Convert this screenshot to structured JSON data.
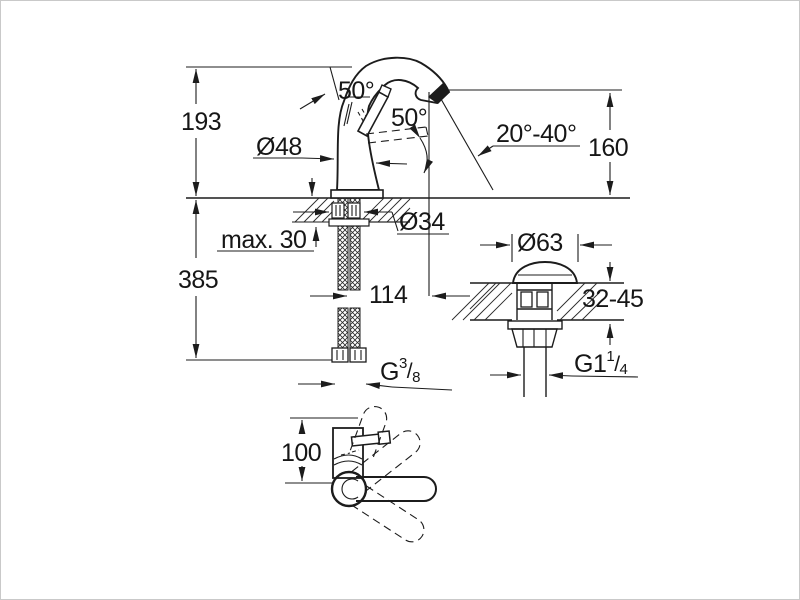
{
  "front_view": {
    "height_above_deck": "193",
    "below_deck_length": "385",
    "handle_angle": "50°",
    "handle_swing_angle": "50°",
    "body_diameter": "Ø48",
    "spout_outlet_height": "160",
    "stream_angle_range": "20°-40°",
    "max_deck_thickness": "max. 30",
    "mounting_hole_diameter": "Ø34",
    "spout_reach": "114",
    "hose_thread": {
      "prefix": "G",
      "numerator": "3",
      "slash": "/",
      "denominator": "8"
    }
  },
  "drain_view": {
    "cap_diameter": "Ø63",
    "deck_thickness_range": "32-45",
    "waste_thread": {
      "prefix": "G1",
      "numerator": "1",
      "slash": "/",
      "denominator": "4"
    }
  },
  "top_view": {
    "spout_swivel_dimension": "100"
  },
  "colors": {
    "line": "#1c1c1c",
    "border": "#c9c9c9",
    "background": "#ffffff"
  }
}
